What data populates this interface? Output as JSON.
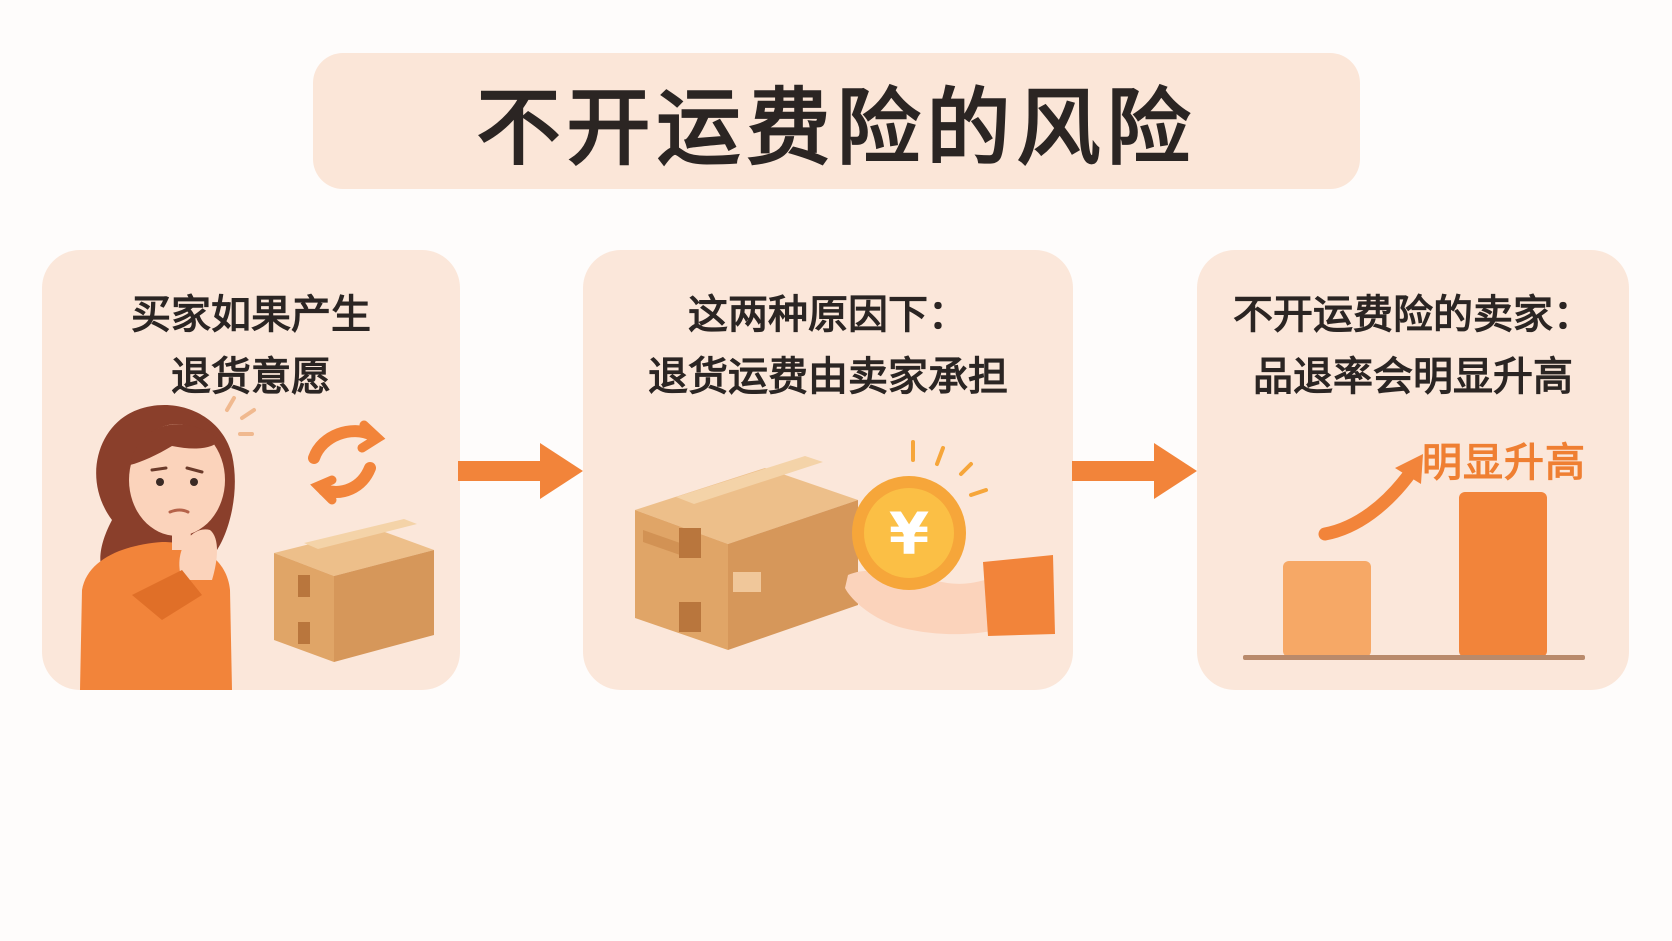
{
  "title": "不开运费险的风险",
  "panels": [
    {
      "line1": "买家如果产生",
      "line2": "退货意愿"
    },
    {
      "line1": "这两种原因下：",
      "line2": "退货运费由卖家承担"
    },
    {
      "line1": "不开运费险的卖家：",
      "line2": "品退率会明显升高"
    }
  ],
  "coin_symbol": "¥",
  "bar_chart": {
    "label": "明显升高"
  },
  "colors": {
    "accent": "#f2843a",
    "panel_bg": "#fbe7da",
    "title_bg": "#fbe6d8",
    "text": "#2b2523"
  },
  "icons": [
    "thinking-woman-icon",
    "return-arrows-icon",
    "parcel-box-icon",
    "coin-in-hand-icon",
    "rising-arrow-icon",
    "bar-chart-icon",
    "flow-arrow-icon"
  ]
}
